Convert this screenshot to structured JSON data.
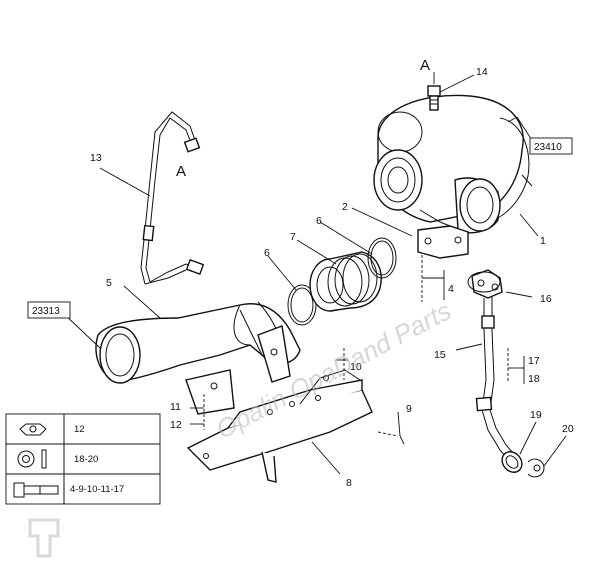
{
  "callouts": {
    "c1": "1",
    "c2": "2",
    "c4": "4",
    "c5": "5",
    "c6a": "6",
    "c6b": "6",
    "c7": "7",
    "c8": "8",
    "c9": "9",
    "c10": "10",
    "c11": "11",
    "c12": "12",
    "c13": "13",
    "c14": "14",
    "c15": "15",
    "c16": "16",
    "c17": "17",
    "c18": "18",
    "c19": "19",
    "c20": "20"
  },
  "letters": {
    "top": "A",
    "pipe": "A"
  },
  "references": {
    "turbo": "23410",
    "intake": "23313"
  },
  "legend": {
    "rows": [
      {
        "icon": "nut-icon",
        "value": "12"
      },
      {
        "icon": "washer-icon",
        "value": "18-20"
      },
      {
        "icon": "bolt-icon",
        "value": "4-9-10-11-17"
      }
    ]
  },
  "watermark": {
    "text": "Opalin OpaDand Parts"
  }
}
